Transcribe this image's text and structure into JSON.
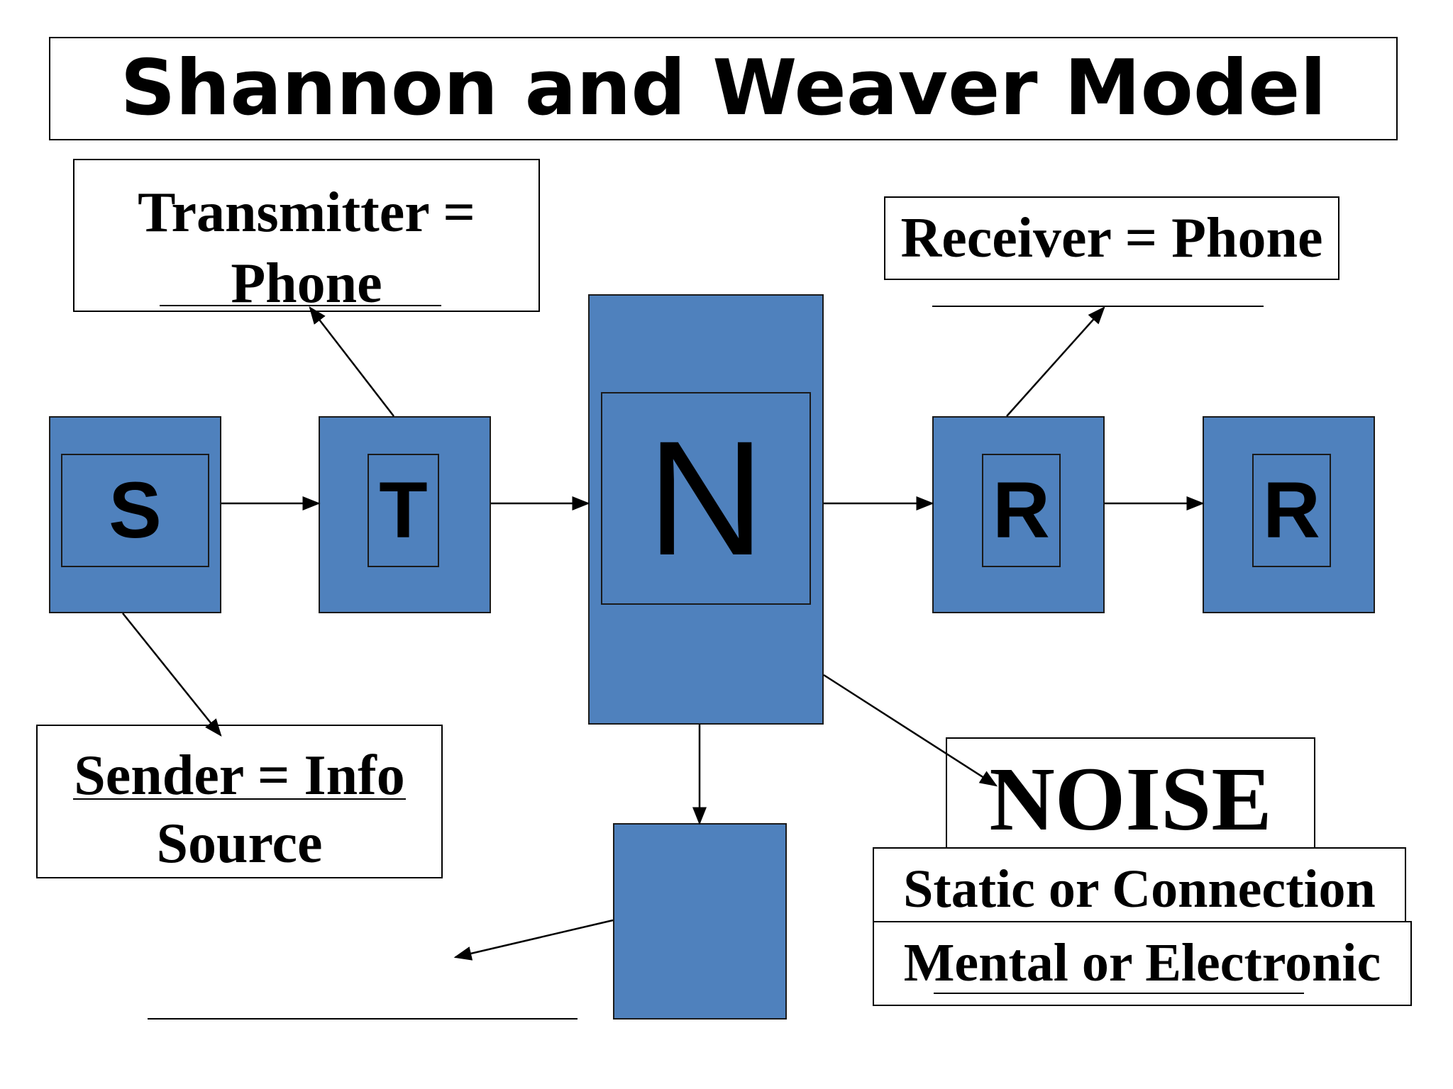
{
  "title": "Shannon and Weaver Model",
  "blocks": {
    "sender_letter": "S",
    "transmitter_letter": "T",
    "noise_letter": "N",
    "receiver_letter": "R",
    "destination_letter": "R"
  },
  "labels": {
    "transmitter_line1": "Transmitter =",
    "transmitter_line2": "Phone",
    "receiver": "Receiver = Phone",
    "sender_line1": "Sender = Info",
    "sender_line2": "Source",
    "noise": "NOISE",
    "noise_type1": "Static or Connection",
    "noise_type2": "Mental or Electronic"
  },
  "colors": {
    "block_fill": "#4f81bd"
  }
}
